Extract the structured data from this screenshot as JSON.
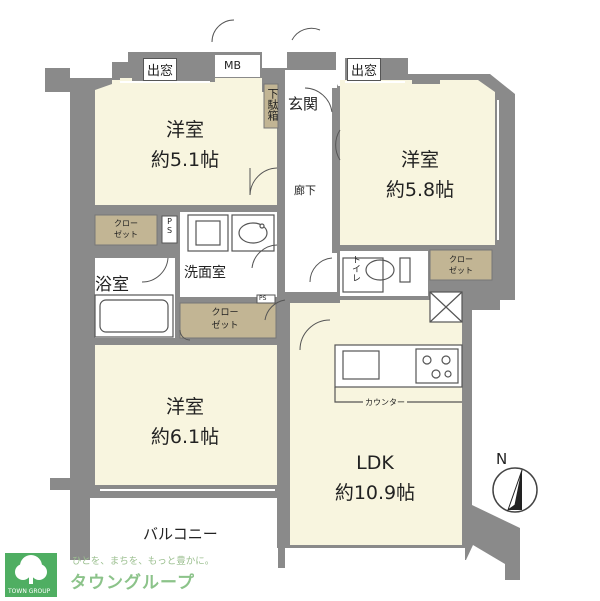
{
  "rooms": {
    "western_room_1": {
      "name": "洋室",
      "size": "約5.1帖"
    },
    "western_room_2": {
      "name": "洋室",
      "size": "約5.8帖"
    },
    "western_room_3": {
      "name": "洋室",
      "size": "約6.1帖"
    },
    "ldk": {
      "name": "LDK",
      "size": "約10.9帖"
    }
  },
  "labels": {
    "bay_window_left": "出窓",
    "bay_window_right": "出窓",
    "meter_box": "MB",
    "entrance": "玄関",
    "shoe_box": "下駄箱",
    "hallway": "廊下",
    "closet_1_line1": "クロー",
    "closet_1_line2": "ゼット",
    "closet_2_line1": "クロー",
    "closet_2_line2": "ゼット",
    "closet_3_line1": "クロー",
    "closet_3_line2": "ゼット",
    "pipe_space_1": "PS",
    "pipe_space_2": "PS",
    "bathroom": "浴室",
    "washroom": "洗面室",
    "toilet": "トイレ",
    "counter": "カウンター",
    "balcony": "バルコニー",
    "north": "N"
  },
  "brand": {
    "slogan": "ひとを、まちを、もっと豊かに。",
    "name": "タウングループ",
    "logo_text": "TOWN GROUP"
  },
  "colors": {
    "floor": "#f8f5df",
    "wall": "#8a8a8a",
    "closet": "#c2b594",
    "logo": "#4fae62"
  }
}
